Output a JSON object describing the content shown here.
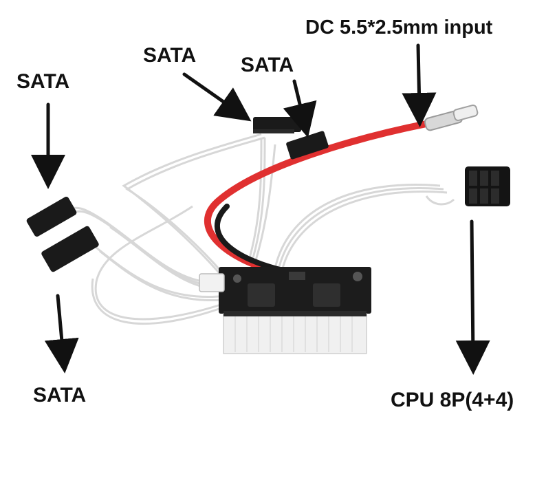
{
  "labels": {
    "sata_left_top": "SATA",
    "sata_mid_1": "SATA",
    "sata_mid_2": "SATA",
    "dc_input": "DC 5.5*2.5mm input",
    "sata_left_bottom": "SATA",
    "cpu": "CPU 8P(4+4)"
  },
  "colors": {
    "text": "#111111",
    "red_cable": "#e03030",
    "pcb": "#1c1c1c",
    "connector_body": "#eeeeee"
  },
  "icons": [
    "arrow-icon"
  ]
}
